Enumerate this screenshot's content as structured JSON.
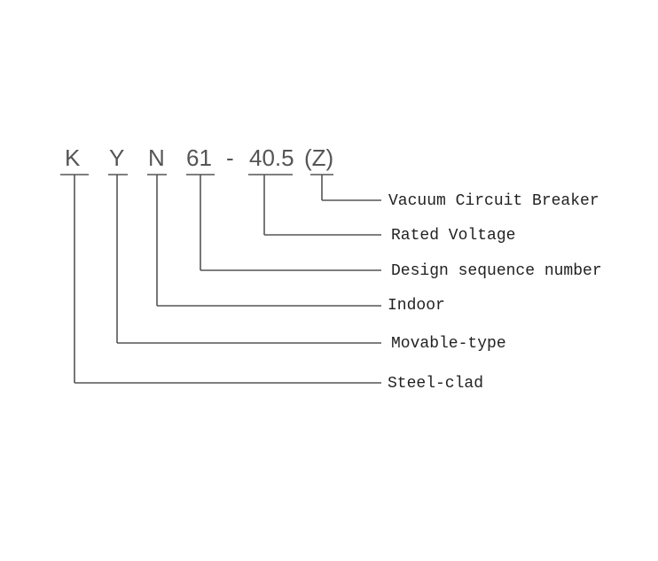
{
  "model_code": {
    "k": "K",
    "y": "Y",
    "n": "N",
    "series": "61",
    "dash": "-",
    "voltage": "40.5",
    "breaker": "(Z)"
  },
  "meanings": {
    "breaker": "Vacuum Circuit Breaker",
    "voltage": "Rated Voltage",
    "series": "Design sequence number",
    "n": "Indoor",
    "y": "Movable-type",
    "k": "Steel-clad"
  }
}
